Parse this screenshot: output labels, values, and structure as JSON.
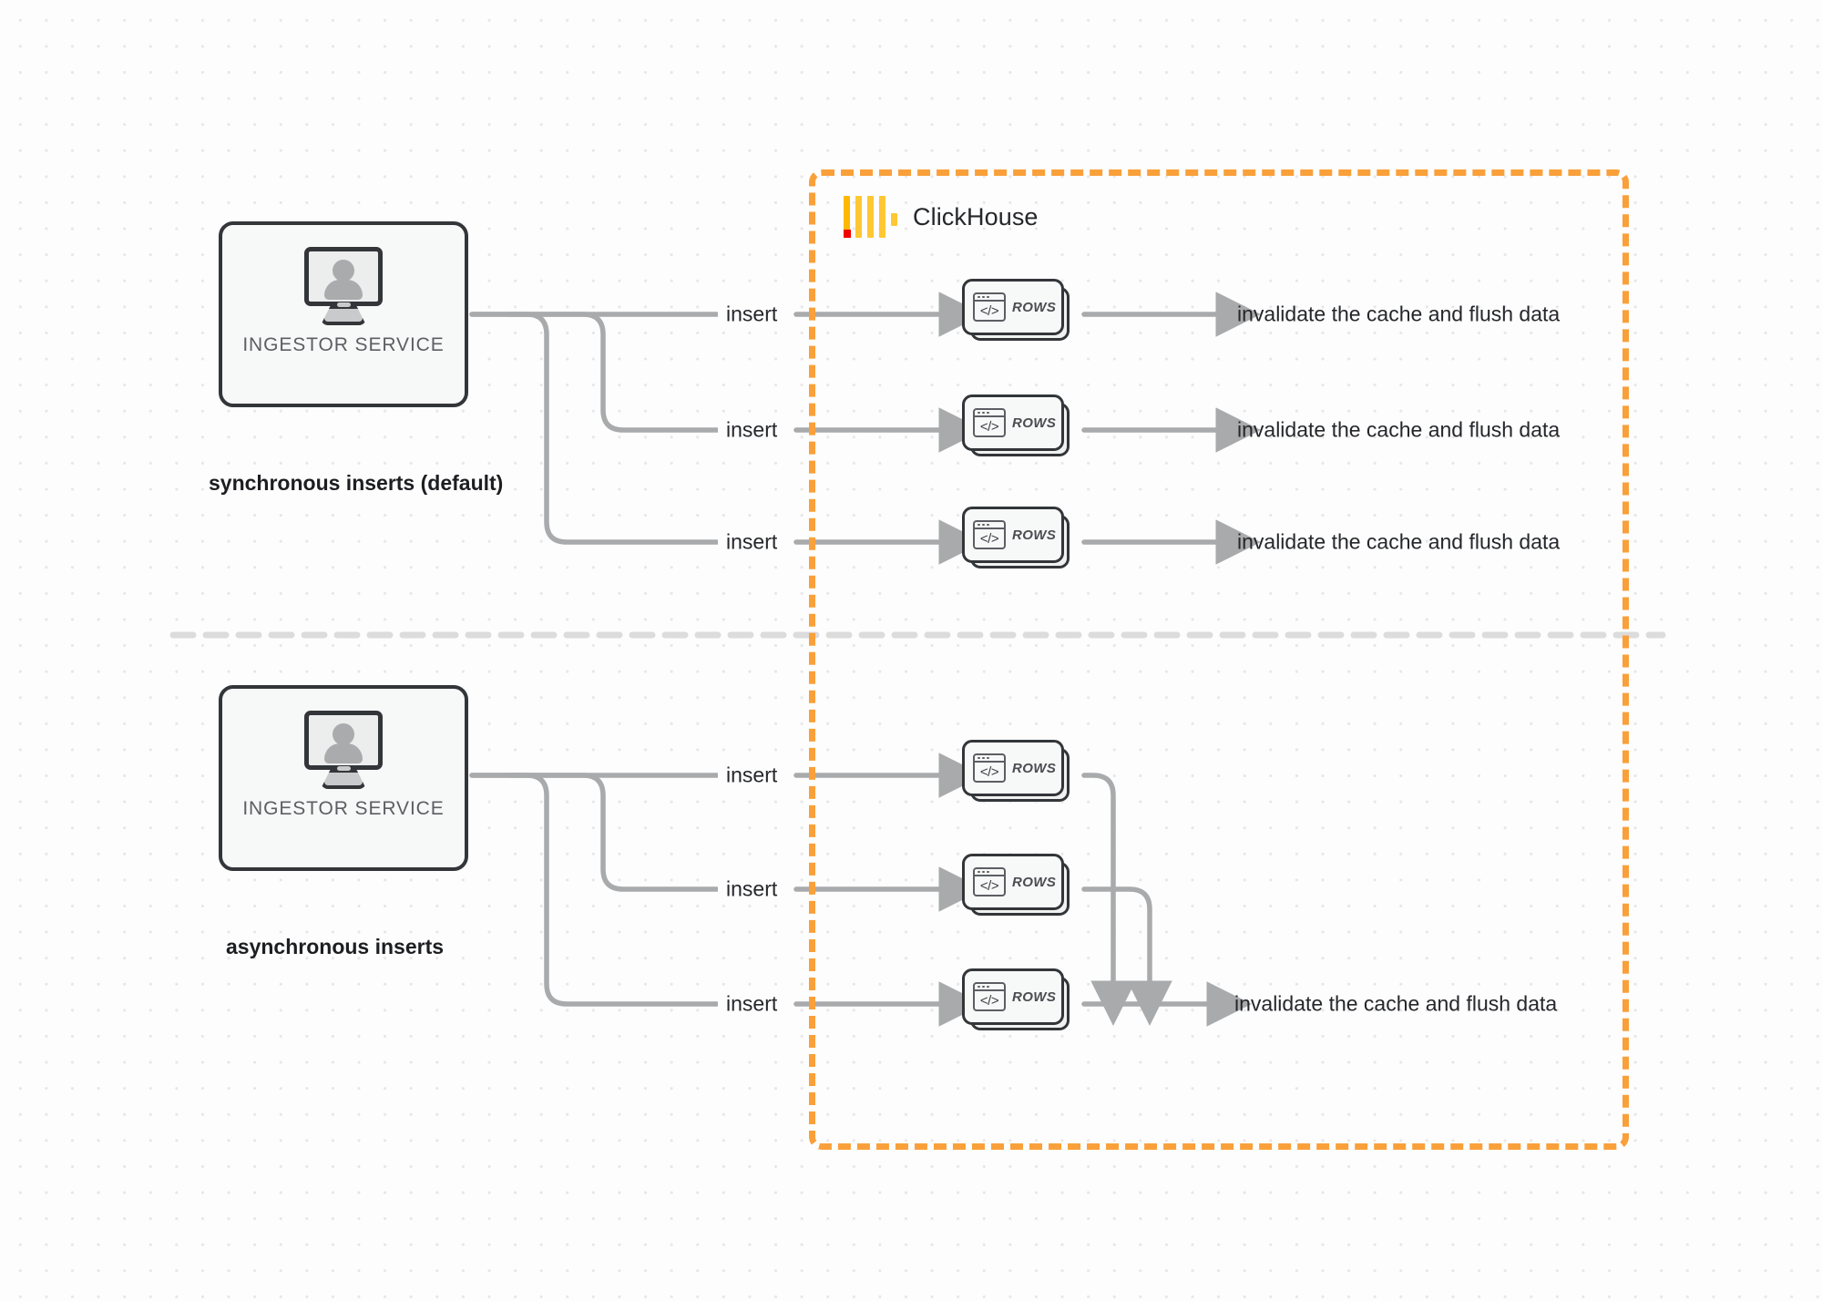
{
  "diagram": {
    "title": "ClickHouse synchronous vs asynchronous inserts",
    "background": "#fdfdfd",
    "accent_orange": "#f9a03a",
    "node_border": "#333639",
    "wire_color": "#a8aaac"
  },
  "clickhouse": {
    "brand_name": "ClickHouse",
    "logo_name": "clickhouse-logo",
    "border_style": "dashed",
    "border_color": "#f9a03a"
  },
  "sections": [
    {
      "id": "sync",
      "caption": "synchronous inserts (default)",
      "ingestor_label": "INGESTOR SERVICE",
      "rows": [
        {
          "label": "ROWS",
          "insert_label": "insert",
          "outcome": "invalidate the cache and flush data"
        },
        {
          "label": "ROWS",
          "insert_label": "insert",
          "outcome": "invalidate the cache and flush data"
        },
        {
          "label": "ROWS",
          "insert_label": "insert",
          "outcome": "invalidate the cache and flush data"
        }
      ]
    },
    {
      "id": "async",
      "caption": "asynchronous inserts",
      "ingestor_label": "INGESTOR SERVICE",
      "rows": [
        {
          "label": "ROWS",
          "insert_label": "insert"
        },
        {
          "label": "ROWS",
          "insert_label": "insert"
        },
        {
          "label": "ROWS",
          "insert_label": "insert"
        }
      ],
      "merged_outcome": "invalidate the cache and flush data"
    }
  ]
}
